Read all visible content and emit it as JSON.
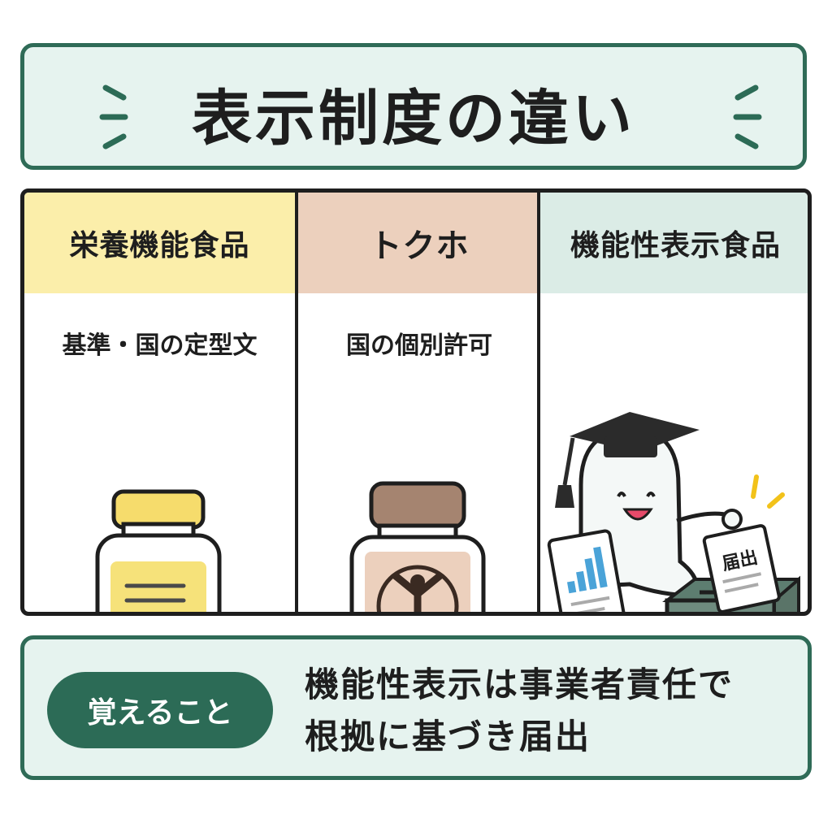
{
  "title": "表示制度の違い",
  "panels": [
    {
      "heading": "栄養機能食品",
      "subtitle": "基準・国の定型文",
      "icon": "yellow-supplement-bottle-icon",
      "color": "#fbeeaa"
    },
    {
      "heading": "トクホ",
      "subtitle": "国の個別許可",
      "icon": "brown-bottle-with-person-symbol-icon",
      "color": "#ecd0bd"
    },
    {
      "heading": "機能性表示食品",
      "subtitle": "",
      "icon": "mascot-submitting-document-icon",
      "color": "#dbece6",
      "document_label": "届出"
    }
  ],
  "memo": {
    "label": "覚えること",
    "lines": [
      "機能性表示は事業者責任で",
      "根拠に基づき届出"
    ]
  },
  "colors": {
    "accent_green": "#2c6b56",
    "border_dark": "#1e1e1e",
    "background_mint": "#e6f3ef"
  }
}
